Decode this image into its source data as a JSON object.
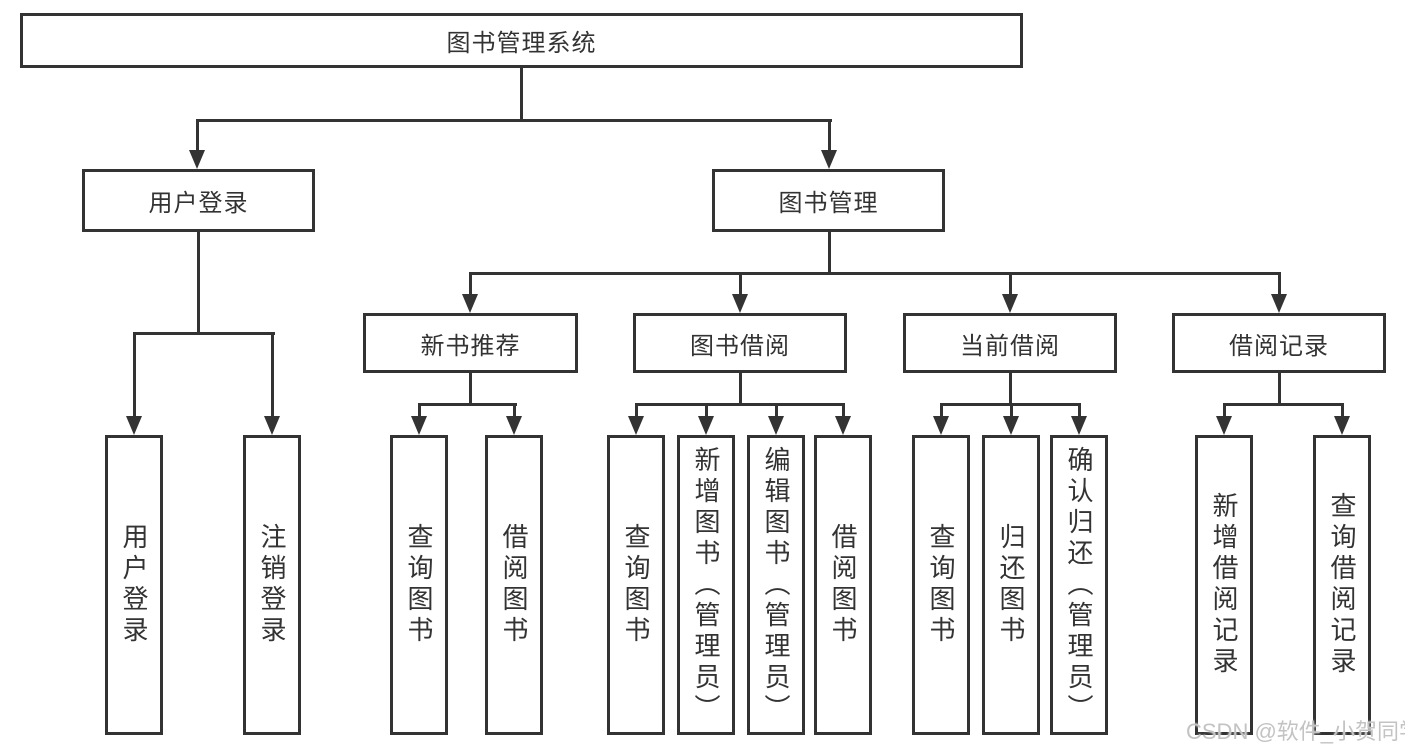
{
  "diagram": {
    "root": {
      "label": "图书管理系统"
    },
    "branches": [
      {
        "label": "用户登录",
        "children": [
          {
            "label": "用户登录"
          },
          {
            "label": "注销登录"
          }
        ]
      },
      {
        "label": "图书管理",
        "children": [
          {
            "label": "新书推荐",
            "children": [
              {
                "label": "查询图书"
              },
              {
                "label": "借阅图书"
              }
            ]
          },
          {
            "label": "图书借阅",
            "children": [
              {
                "label": "查询图书"
              },
              {
                "label": "新增图书（管理员）"
              },
              {
                "label": "编辑图书（管理员）"
              },
              {
                "label": "借阅图书"
              }
            ]
          },
          {
            "label": "当前借阅",
            "children": [
              {
                "label": "查询图书"
              },
              {
                "label": "归还图书"
              },
              {
                "label": "确认归还（管理员）"
              }
            ]
          },
          {
            "label": "借阅记录",
            "children": [
              {
                "label": "新增借阅记录"
              },
              {
                "label": "查询借阅记录"
              }
            ]
          }
        ]
      }
    ],
    "watermark": "CSDN @软件_小贺同学",
    "colors": {
      "line": "#333333",
      "text": "#333333",
      "watermark": "#c3c3c3",
      "background": "#ffffff"
    }
  }
}
